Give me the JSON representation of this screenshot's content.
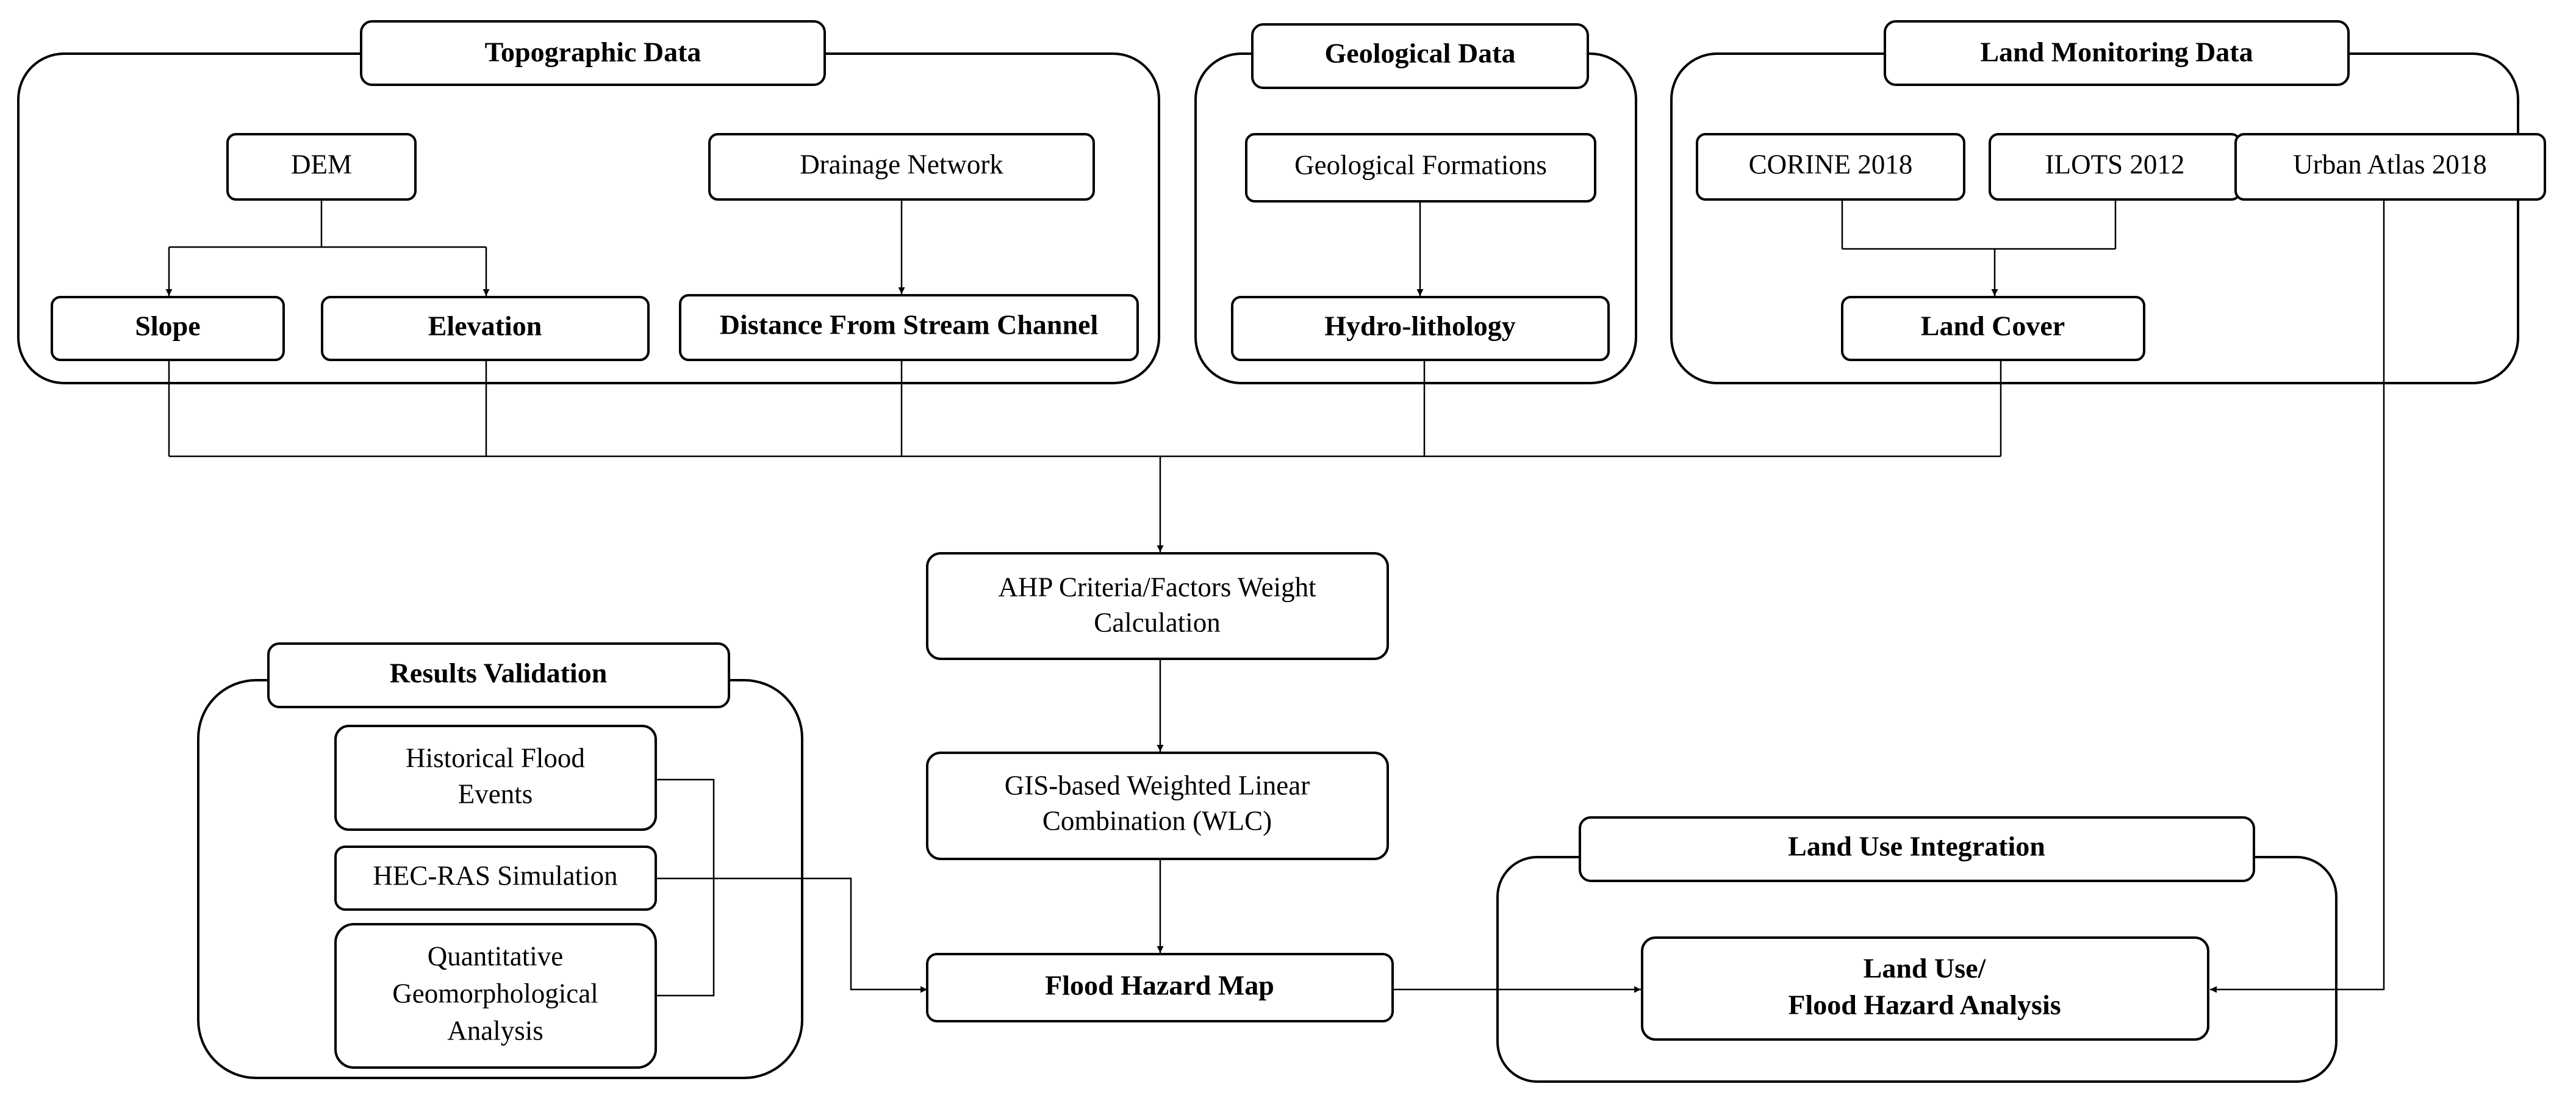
{
  "groups": {
    "topographic": "Topographic Data",
    "geological": "Geological Data",
    "land_monitoring": "Land Monitoring Data",
    "results_validation": "Results Validation",
    "land_use_integration": "Land Use Integration"
  },
  "nodes": {
    "dem": "DEM",
    "drainage_network": "Drainage Network",
    "slope": "Slope",
    "elevation": "Elevation",
    "distance_from_stream": "Distance From Stream Channel",
    "geological_formations": "Geological Formations",
    "hydro_lithology": "Hydro-lithology",
    "corine": "CORINE 2018",
    "ilots": "ILOTS 2012",
    "urban_atlas": "Urban Atlas 2018",
    "land_cover": "Land Cover",
    "ahp": [
      "AHP Criteria/Factors Weight",
      "Calculation"
    ],
    "wlc": [
      "GIS-based Weighted Linear",
      "Combination (WLC)"
    ],
    "flood_hazard_map": "Flood Hazard Map",
    "historical_flood": [
      "Historical Flood",
      "Events"
    ],
    "hec_ras": "HEC-RAS Simulation",
    "quant_geomorph": [
      "Quantitative",
      "Geomorphological",
      "Analysis"
    ],
    "land_use_analysis": [
      "Land Use/",
      "Flood Hazard Analysis"
    ]
  }
}
